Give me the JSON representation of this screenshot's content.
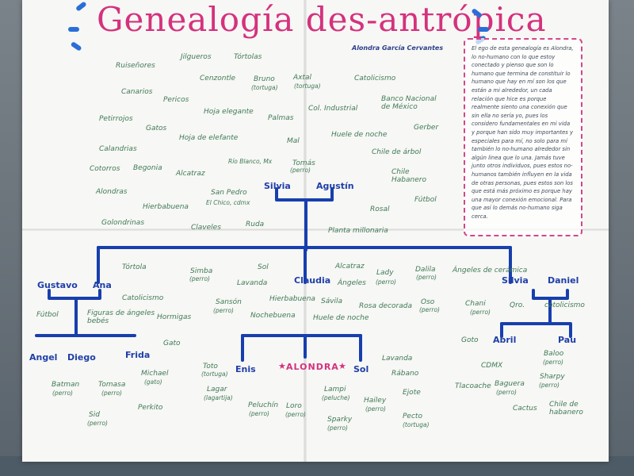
{
  "title": "Genealogía des-antrópica",
  "author": "Alondra García Cervantes",
  "ego": "ALONDRA",
  "persons": {
    "silvia_top": "Silvia",
    "agustin": "Agustín",
    "gustavo": "Gustavo",
    "ana": "Ana",
    "claudia": "Claudia",
    "silvia": "Silvia",
    "daniel": "Daniel",
    "angel": "Angel",
    "diego": "Diego",
    "frida": "Frida",
    "enis": "Enis",
    "sol": "Sol",
    "abril": "Abril",
    "pau": "Pau"
  },
  "note_text": "El ego de esta genealogía es Alondra, lo no-humano con lo que estoy conectado y pienso que son lo humano que termina de constituir lo humano que hay en mí son los que están a mi alrededor, un cada relación que hice es porque realmente siento una conexión que sin ella no sería yo, pues los considero fundamentales en mi vida y porque han sido muy importantes y especiales para mí, no solo para mí también lo no-humano alrededor sin algún linea que lo una. Jamás tuve junto otros individuos, pues estos no-humanos también influyen en la vida de otras personas, pues estos son los que está más próximo es porque hay una mayor conexión emocional. Para que así lo demás no-humano siga cerca.",
  "words": {
    "ruisenores": "Ruiseñores",
    "jilgueros": "Jilgueros",
    "tortolas_top": "Tórtolas",
    "canarios": "Canarios",
    "cenzontle": "Cenzontle",
    "bruno": "Bruno",
    "bruno_sub": "(tortuga)",
    "pericos": "Pericos",
    "petirrojos": "Petirrojos",
    "hoja_elegante": "Hoja elegante",
    "palmas": "Palmas",
    "gatos": "Gatos",
    "calandrias": "Calandrias",
    "hoja_elefante": "Hoja de elefante",
    "rio_blanco": "Río Blanco, Mx",
    "cotorros": "Cotorros",
    "begonia": "Begonia",
    "alcatraz_top": "Alcatraz",
    "alondras": "Alondras",
    "san_pedro": "San Pedro",
    "el_chico": "El Chico, cdmx",
    "hierbabuena_top": "Hierbabuena",
    "golondrinas": "Golondrinas",
    "claveles": "Claveles",
    "ruda": "Ruda",
    "axtal": "Axtal",
    "axtal_sub": "(tortuga)",
    "catolicismo_top": "Catolicismo",
    "col_industrial": "Col. Industrial",
    "banco": "Banco Nacional de México",
    "huele_noche_top": "Huele de noche",
    "gerber": "Gerber",
    "mal": "Mal",
    "chile_arbol": "Chile de árbol",
    "chile_habanero_top": "Chile Habanero",
    "tomas": "Tomás",
    "tomas_sub": "(perro)",
    "futbol_top": "Fútbol",
    "rosal": "Rosal",
    "planta_millonaria": "Planta millonaria",
    "tortola": "Tórtola",
    "catolicismo_left": "Catolicismo",
    "futbol_left": "Fútbol",
    "figuras": "Figuras de ángeles bebés",
    "hormigas": "Hormigas",
    "gato": "Gato",
    "batman": "Batman",
    "batman_sub": "(perro)",
    "tomasa": "Tomasa",
    "tomasa_sub": "(perro)",
    "michael": "Michael",
    "michael_sub": "(gato)",
    "sid": "Sid",
    "sid_sub": "(perro)",
    "perkito": "Perkito",
    "simba": "Simba",
    "simba_sub": "(perro)",
    "sol_word": "Sol",
    "lavanda_mid": "Lavanda",
    "sanson": "Sansón",
    "sanson_sub": "(perro)",
    "hierbabuena_mid": "Hierbabuena",
    "nochebuena": "Nochebuena",
    "alcatraz_mid": "Alcatraz",
    "angeles_mid": "Ángeles",
    "lady": "Lady",
    "lady_sub": "(perro)",
    "dalila": "Dalila",
    "dalila_sub": "(perro)",
    "savila": "Sávila",
    "rosa": "Rosa decorada",
    "oso": "Oso",
    "oso_sub": "(perro)",
    "huele_noche_mid": "Huele de noche",
    "toto": "Toto",
    "toto_sub": "(tortuga)",
    "lagar": "Lagar",
    "lagar_sub": "(lagartija)",
    "peluchin": "Peluchín",
    "peluchin_sub": "(perro)",
    "loro": "Loro",
    "loro_sub": "(perro)",
    "lampi": "Lampi",
    "lampi_sub": "(peluche)",
    "hailey": "Hailey",
    "hailey_sub": "(perro)",
    "sparky": "Sparky",
    "sparky_sub": "(perro)",
    "lavanda_low": "Lavanda",
    "rabano": "Rábano",
    "ejote": "Ejote",
    "pecto": "Pecto",
    "pecto_sub": "(tortuga)",
    "angeles_ceramica": "Ángeles de cerámica",
    "chani": "Chani",
    "chani_sub": "(perro)",
    "qro": "Qro.",
    "catolicismo_right": "catolicismo",
    "goto": "Goto",
    "cdmx": "CDMX",
    "tlacoache": "Tlacoache",
    "baguera": "Baguera",
    "baguera_sub": "(perro)",
    "baloo": "Baloo",
    "baloo_sub": "(perro)",
    "sharpy": "Sharpy",
    "sharpy_sub": "(perro)",
    "cactus": "Cactus",
    "chile_habanero_right": "Chile de habanero"
  }
}
